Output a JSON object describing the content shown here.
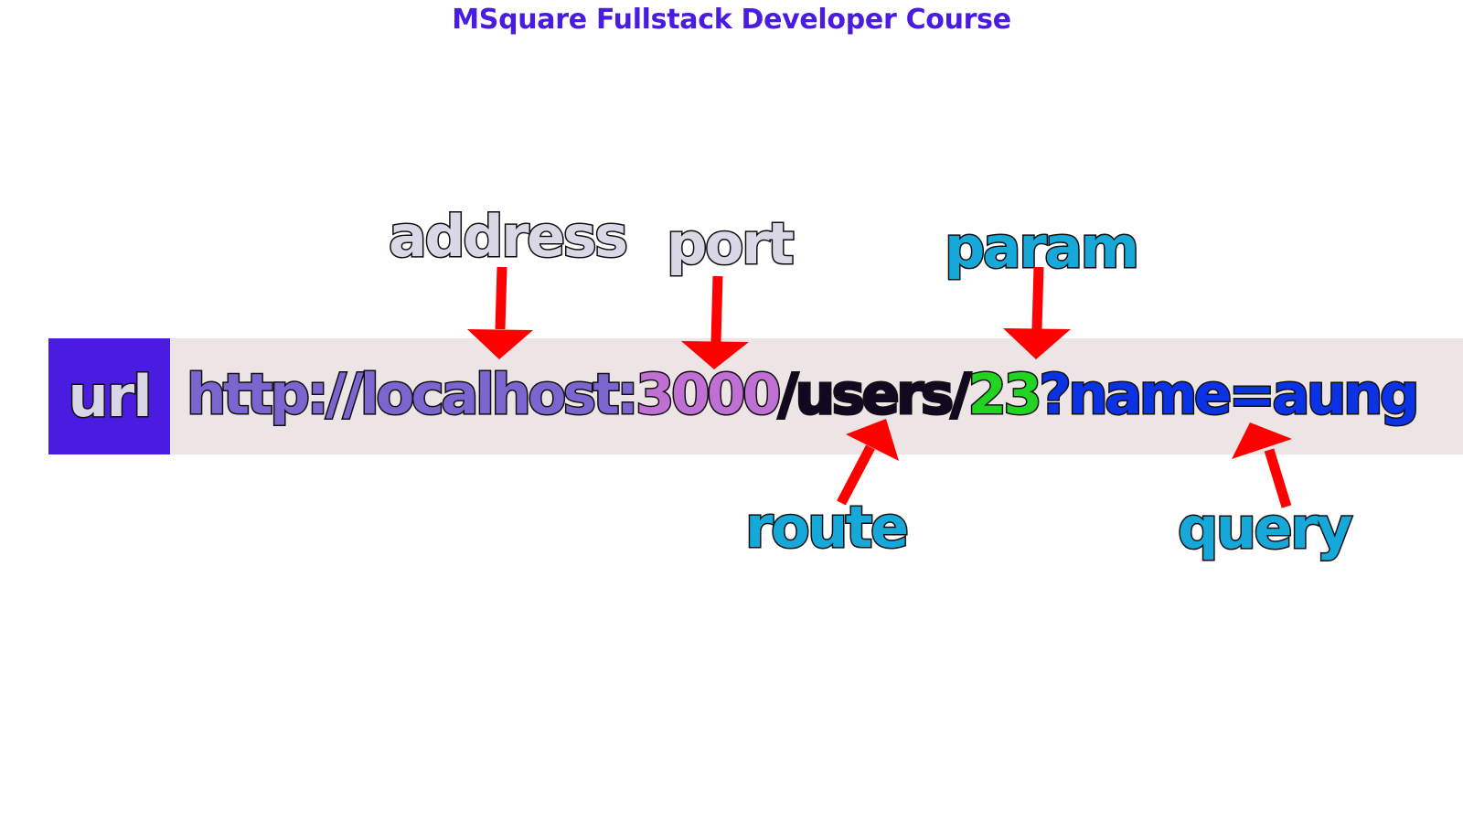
{
  "title": {
    "text": "MSquare Fullstack Developer Course",
    "color": "#4a1be0"
  },
  "badge": {
    "text": "url",
    "bg_color": "#4a1be0",
    "text_color": "#d8d6e4"
  },
  "strip_color": "#ede4e6",
  "url_parts": {
    "address": {
      "text": "http://localhost:",
      "color": "#7b66d0"
    },
    "port": {
      "text": "3000",
      "color": "#c070d4"
    },
    "route": {
      "text": "/users/",
      "color": "#120822"
    },
    "param": {
      "text": "23",
      "color": "#22d422"
    },
    "query": {
      "text": "?name=aung",
      "color": "#0c32e6"
    }
  },
  "labels": {
    "address": {
      "text": "address",
      "color": "#d8d8e6"
    },
    "port": {
      "text": "port",
      "color": "#d8d8e6"
    },
    "param": {
      "text": "param",
      "color": "#16a8d8"
    },
    "route": {
      "text": "route",
      "color": "#16a8d8"
    },
    "query": {
      "text": "query",
      "color": "#16a8d8"
    }
  },
  "arrow_color": "#ff0000"
}
